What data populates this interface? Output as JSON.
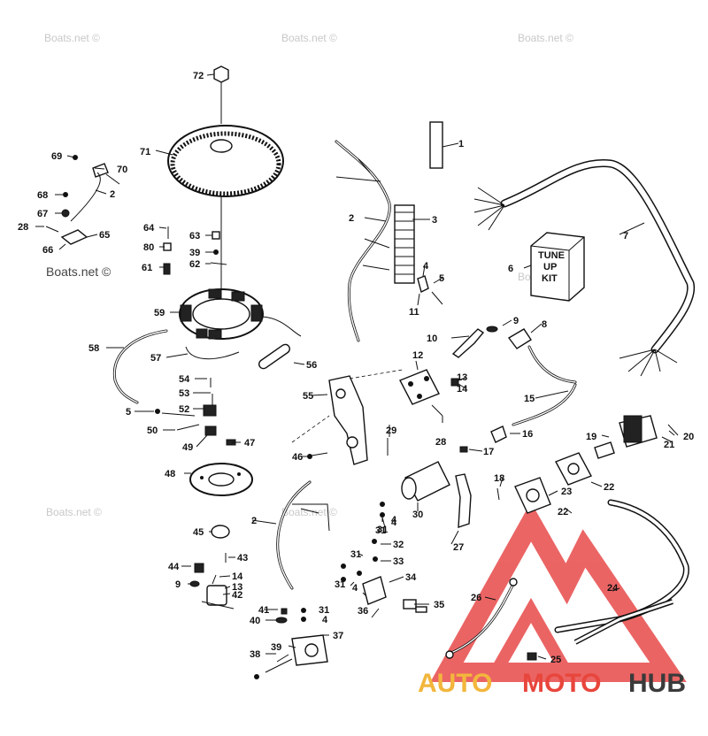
{
  "watermarks": [
    "Boats.net ©",
    "Boats.net ©",
    "Boats.net ©",
    "Boats.net ©",
    "Boats.net ©",
    "Boats.net ©",
    "Boats.net ©"
  ],
  "tune_up_kit": {
    "line1": "TUNE",
    "line2": "UP",
    "line3": "KIT"
  },
  "logo": {
    "auto": "AUTO",
    "moto": "MOTO",
    "hub": "HUB",
    "colors": {
      "auto": "#f2b63c",
      "moto": "#e8463c",
      "hub": "#3a3a3a",
      "triangle": "#e84a4a"
    }
  },
  "callouts": [
    "72",
    "71",
    "69",
    "70",
    "68",
    "2",
    "67",
    "28",
    "65",
    "66",
    "64",
    "80",
    "63",
    "39",
    "62",
    "61",
    "59",
    "58",
    "57",
    "56",
    "54",
    "53",
    "52",
    "5",
    "50",
    "49",
    "47",
    "48",
    "46",
    "45",
    "44",
    "43",
    "14",
    "9",
    "13",
    "42",
    "41",
    "40",
    "39",
    "38",
    "37",
    "36",
    "35",
    "34",
    "33",
    "32",
    "31",
    "31",
    "31",
    "4",
    "4",
    "4",
    "31",
    "26",
    "25",
    "24",
    "23",
    "22",
    "22",
    "21",
    "20",
    "19",
    "18",
    "17",
    "16",
    "15",
    "14",
    "13",
    "12",
    "11",
    "10",
    "9",
    "8",
    "7",
    "6",
    "5",
    "4",
    "3",
    "2",
    "2",
    "1",
    "27",
    "28",
    "29",
    "30",
    "55",
    "31",
    "4"
  ]
}
